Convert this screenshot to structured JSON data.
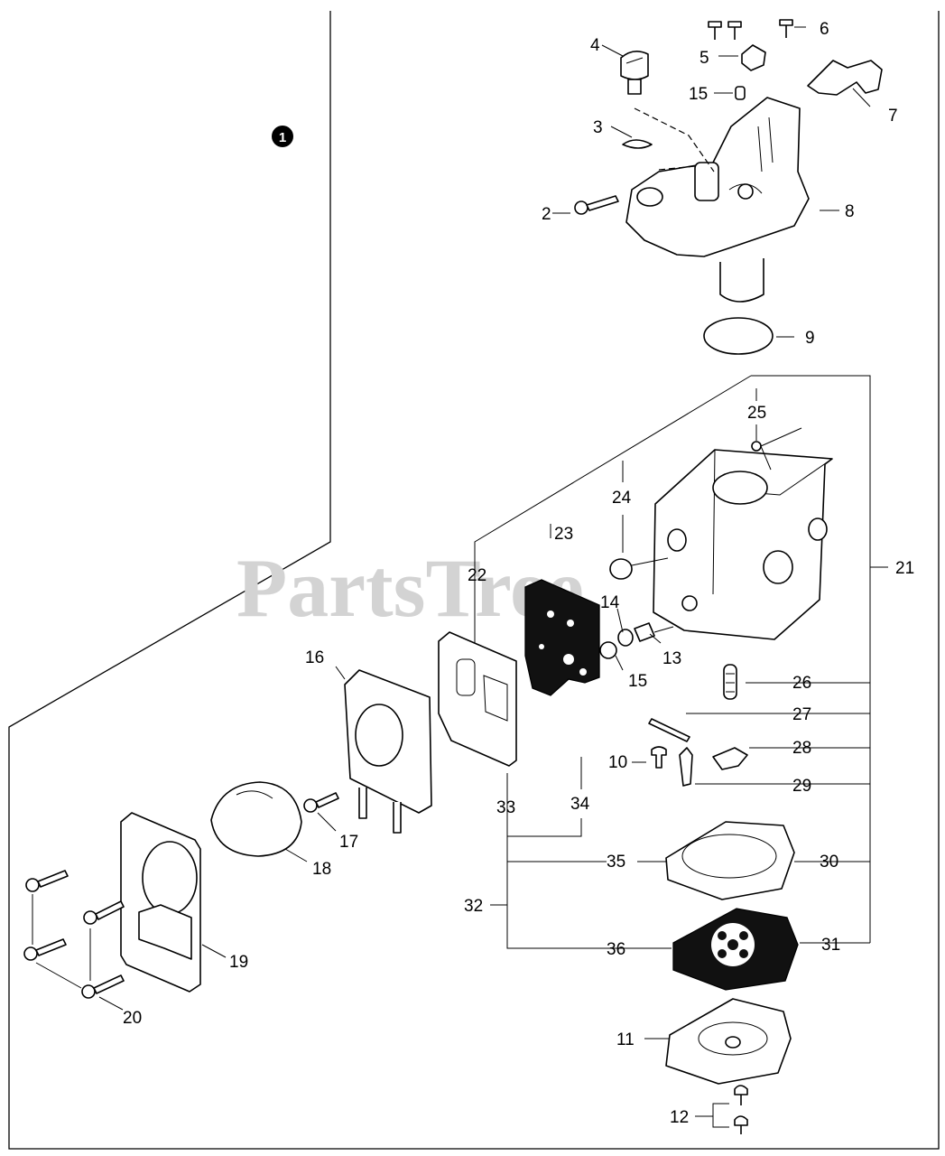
{
  "watermark": {
    "text": "PartsTree",
    "trademark": "TM"
  },
  "section_marker": "1",
  "callouts": [
    "2",
    "3",
    "4",
    "5",
    "6",
    "7",
    "8",
    "9",
    "10",
    "11",
    "12",
    "13",
    "14",
    "15",
    "15",
    "16",
    "17",
    "18",
    "19",
    "20",
    "21",
    "22",
    "23",
    "24",
    "25",
    "26",
    "27",
    "28",
    "29",
    "30",
    "31",
    "32",
    "33",
    "34",
    "35",
    "36"
  ]
}
